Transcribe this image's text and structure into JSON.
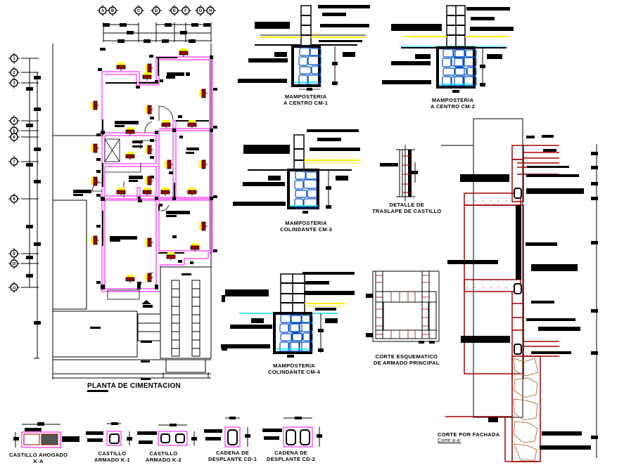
{
  "drawing": {
    "sheet_type": "foundation plan and construction details",
    "colors": {
      "lines": "#000000",
      "walls_foundation": "#ff00ff",
      "marker_fill": "#a00000",
      "marker_highlight": "#ffff00",
      "stone_masonry": "#0050c8",
      "water_line": "#00e0ff",
      "facade_section": "#a00000",
      "rubble_stone": "#b07a40"
    }
  },
  "plan": {
    "title": "PLANTA DE CIMENTACION",
    "column_axes": [
      "A",
      "B",
      "C",
      "D",
      "E",
      "F",
      "G",
      "H"
    ],
    "row_axes": [
      "1",
      "2",
      "3",
      "4",
      "5",
      "6",
      "7",
      "8",
      "9",
      "10",
      "11"
    ]
  },
  "details": [
    {
      "id": "cm1",
      "line1": "MAMPOSTERIA",
      "line2": "A CENTRO CM-1"
    },
    {
      "id": "cm2",
      "line1": "MAMPOSTERIA",
      "line2": "A CENTRO CM-2"
    },
    {
      "id": "cm3",
      "line1": "MAMPOSTERIA",
      "line2": "COLINDANTE CM-3"
    },
    {
      "id": "cm4",
      "line1": "MAMPOSTERIA",
      "line2": "COLINDANTE CM-4"
    },
    {
      "id": "traslape",
      "line1": "DETALLE DE",
      "line2": "TRASLAPE DE CASTILLO"
    },
    {
      "id": "esquematico",
      "line1": "CORTE ESQUEMATICO",
      "line2": "DE ARMADO PRINCIPAL"
    }
  ],
  "facade_section": {
    "title": "CORTE POR FACHADA",
    "subtitle": "Corte a-a'"
  },
  "sections": [
    {
      "id": "ka",
      "line1": "CASTILLO AHOGADO",
      "line2": "K-A"
    },
    {
      "id": "k1",
      "line1": "CASTILLO",
      "line2": "ARMADO K-1"
    },
    {
      "id": "k2",
      "line1": "CASTILLO",
      "line2": "ARMADO K-2"
    },
    {
      "id": "cd1",
      "line1": "CADENA DE",
      "line2": "DESPLANTE CD-1"
    },
    {
      "id": "cd2",
      "line1": "CADENA DE",
      "line2": "DESPLANTE CD-2"
    }
  ]
}
